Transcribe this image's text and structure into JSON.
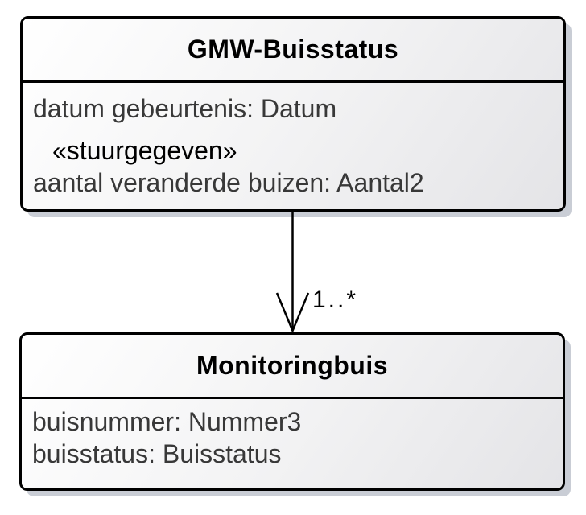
{
  "diagram": {
    "type": "uml-class-diagram",
    "classes": [
      {
        "name": "GMW-Buisstatus",
        "attributes": [
          {
            "text": "datum gebeurtenis: Datum"
          },
          {
            "text": "«stuurgegeven»"
          },
          {
            "text": "aantal veranderde buizen: Aantal2"
          }
        ]
      },
      {
        "name": "Monitoringbuis",
        "attributes": [
          {
            "text": "buisnummer: Nummer3"
          },
          {
            "text": "buisstatus: Buisstatus"
          }
        ]
      }
    ],
    "association": {
      "source": "GMW-Buisstatus",
      "target": "Monitoringbuis",
      "multiplicity": "1..*",
      "arrow_style": "open-arrowhead"
    }
  },
  "colors": {
    "box_border": "#000000",
    "box_fill_start": "#ffffff",
    "box_fill_end": "#e4e4e7",
    "box_shadow": "#c9cdd5",
    "title_text": "#000000",
    "attribute_text": "#383838",
    "edge_stroke": "#000000",
    "page_background": "#ffffff"
  }
}
